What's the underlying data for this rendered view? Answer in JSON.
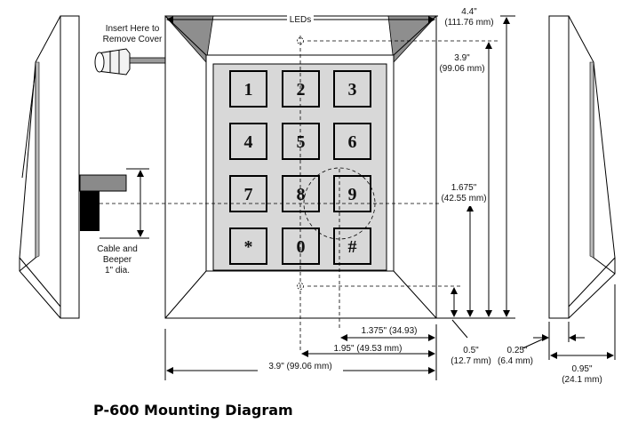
{
  "title": "P-600 Mounting Diagram",
  "keys": [
    "1",
    "2",
    "3",
    "4",
    "5",
    "6",
    "7",
    "8",
    "9",
    "*",
    "0",
    "#"
  ],
  "labels": {
    "leds": "LEDs",
    "insert_1": "Insert Here to",
    "insert_2": "Remove Cover",
    "cable_1": "Cable and",
    "cable_2": "Beeper",
    "cable_3": "1\" dia."
  },
  "dims": {
    "h44_in": "4.4\"",
    "h44_mm": "(111.76 mm)",
    "h39_in": "3.9\"",
    "h39_mm": "(99.06 mm)",
    "h1675_in": "1.675\"",
    "h1675_mm": "(42.55 mm)",
    "h05_in": "0.5\"",
    "h05_mm": "(12.7 mm)",
    "h025_in": "0.25\"",
    "h025_mm": "(6.4 mm)",
    "d095_in": "0.95\"",
    "d095_mm": "(24.1 mm)",
    "w1375": "1.375\" (34.93)",
    "w195": "1.95\" (49.53 mm)",
    "w39": "3.9\" (99.06 mm)"
  }
}
